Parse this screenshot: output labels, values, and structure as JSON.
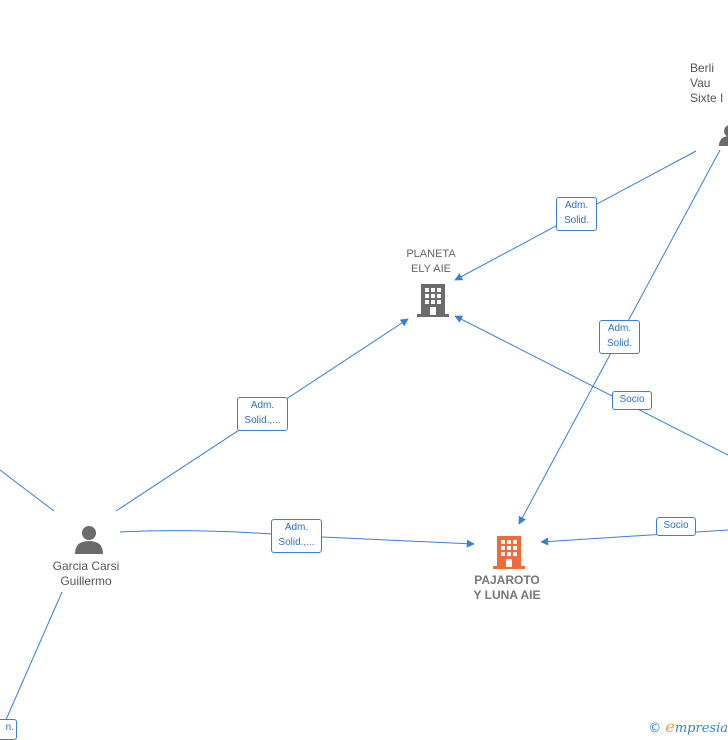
{
  "nodes": {
    "planeta": {
      "label": "PLANETA\nELY AIE"
    },
    "pajaroto": {
      "label": "PAJAROTO\nY LUNA AIE"
    },
    "garcia": {
      "label": "Garcia Carsi\nGuillermo"
    },
    "berli": {
      "label": "Berli\nVau\nSixte I"
    }
  },
  "edges": {
    "berli_planeta": "Adm.\nSolid.",
    "berli_pajaroto": "Adm.\nSolid.",
    "garcia_planeta": "Adm.\nSolid.,...",
    "garcia_pajaroto": "Adm.\nSolid.,...",
    "socio_planeta": "Socio",
    "socio_pajaroto": "Socio",
    "bottom_left": "n."
  },
  "watermark": {
    "copyright": "©",
    "brand_initial": "e",
    "brand_rest": "mpresia"
  },
  "colors": {
    "edge": "#3a7fd5",
    "focus_company": "#f26a3a",
    "company": "#6b6b6b",
    "person": "#6b6b6b"
  }
}
